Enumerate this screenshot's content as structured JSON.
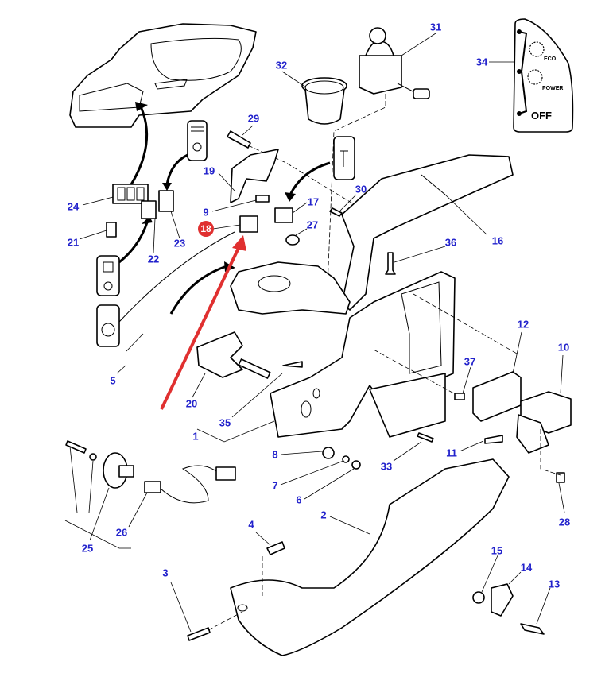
{
  "diagram": {
    "title": "Armrest console exploded parts view",
    "label_color": "#2222cc",
    "highlight_color": "#e03030",
    "highlighted_part": "18",
    "callouts": [
      {
        "id": "1",
        "part": "bracket-assembly"
      },
      {
        "id": "2",
        "part": "lower-cover"
      },
      {
        "id": "3",
        "part": "bolt"
      },
      {
        "id": "4",
        "part": "spacer-stud"
      },
      {
        "id": "5",
        "part": "switch-decal"
      },
      {
        "id": "6",
        "part": "washer"
      },
      {
        "id": "7",
        "part": "washer"
      },
      {
        "id": "8",
        "part": "star-knob"
      },
      {
        "id": "9",
        "part": "switch-cover"
      },
      {
        "id": "10",
        "part": "relay-bracket"
      },
      {
        "id": "11",
        "part": "bolt"
      },
      {
        "id": "12",
        "part": "switch-block"
      },
      {
        "id": "13",
        "part": "bolt"
      },
      {
        "id": "14",
        "part": "cable-clip"
      },
      {
        "id": "15",
        "part": "nut"
      },
      {
        "id": "16",
        "part": "armrest-pad"
      },
      {
        "id": "17",
        "part": "rocker-switch"
      },
      {
        "id": "18",
        "part": "rocker-switch"
      },
      {
        "id": "19",
        "part": "bracket"
      },
      {
        "id": "20",
        "part": "mounting-bracket"
      },
      {
        "id": "21",
        "part": "blank-plug"
      },
      {
        "id": "22",
        "part": "rocker-switch"
      },
      {
        "id": "23",
        "part": "rocker-switch"
      },
      {
        "id": "24",
        "part": "switch-frame"
      },
      {
        "id": "25",
        "part": "potentiometer-knob"
      },
      {
        "id": "26",
        "part": "sensor-harness"
      },
      {
        "id": "27",
        "part": "grommet"
      },
      {
        "id": "28",
        "part": "clip-nut"
      },
      {
        "id": "29",
        "part": "bolt"
      },
      {
        "id": "30",
        "part": "screw"
      },
      {
        "id": "31",
        "part": "joystick"
      },
      {
        "id": "32",
        "part": "cup-holder"
      },
      {
        "id": "33",
        "part": "stud"
      },
      {
        "id": "34",
        "part": "mode-decal"
      },
      {
        "id": "35",
        "part": "screw"
      },
      {
        "id": "36",
        "part": "screw"
      },
      {
        "id": "37",
        "part": "pin"
      }
    ],
    "decal_34": {
      "modes": [
        "ECO",
        "POWER",
        "OFF"
      ]
    }
  }
}
